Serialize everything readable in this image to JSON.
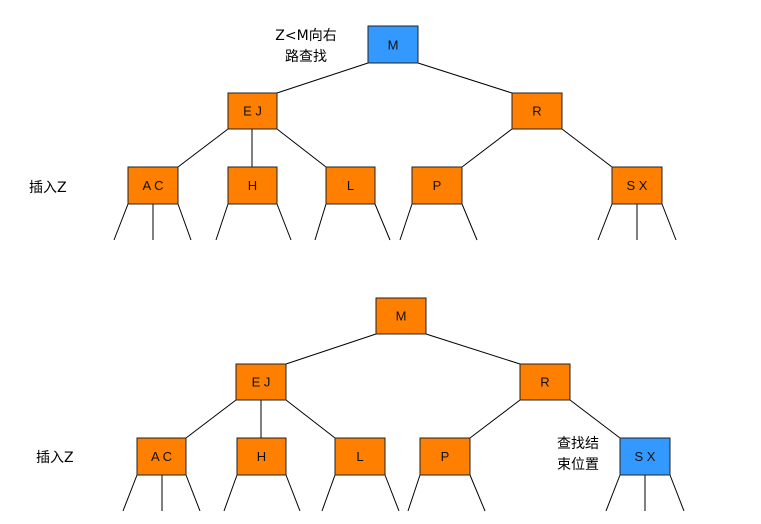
{
  "colors": {
    "node": "#FF7F00",
    "highlight": "#3399FF"
  },
  "trees": [
    {
      "nodes": {
        "root": {
          "label": "M",
          "highlight": true
        },
        "ej": {
          "label": "E J"
        },
        "r": {
          "label": "R"
        },
        "ac": {
          "label": "A C"
        },
        "h": {
          "label": "H"
        },
        "l": {
          "label": "L"
        },
        "p": {
          "label": "P"
        },
        "sx": {
          "label": "S X"
        }
      },
      "annotations": {
        "search_line1": "Z<M向右",
        "search_line2": "路查找",
        "insert": "插入Z"
      }
    },
    {
      "nodes": {
        "root": {
          "label": "M"
        },
        "ej": {
          "label": "E J"
        },
        "r": {
          "label": "R"
        },
        "ac": {
          "label": "A C"
        },
        "h": {
          "label": "H"
        },
        "l": {
          "label": "L"
        },
        "p": {
          "label": "P"
        },
        "sx": {
          "label": "S X",
          "highlight": true
        }
      },
      "annotations": {
        "end_line1": "查找结",
        "end_line2": "束位置",
        "insert": "插入Z"
      }
    }
  ]
}
